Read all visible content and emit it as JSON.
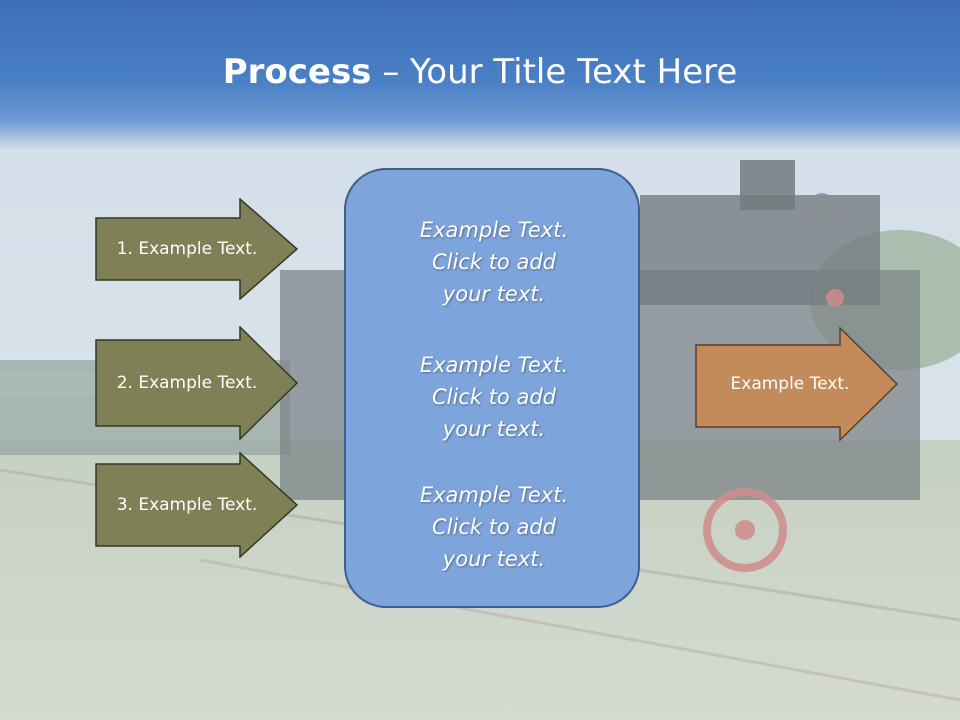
{
  "slide": {
    "title_bold": "Process",
    "title_rest": " – Your Title Text Here"
  },
  "inputs": [
    {
      "label": "1. Example Text."
    },
    {
      "label": "2. Example Text."
    },
    {
      "label": "3. Example Text."
    }
  ],
  "center_panel": {
    "items": [
      {
        "line1": "Example Text.",
        "line2": "Click  to add",
        "line3": "your text."
      },
      {
        "line1": "Example Text.",
        "line2": "Click  to add",
        "line3": "your text."
      },
      {
        "line1": "Example Text.",
        "line2": "Click  to add",
        "line3": "your text."
      }
    ]
  },
  "output": {
    "label": "Example Text."
  },
  "colors": {
    "input_arrow_fill": "#7f8056",
    "output_arrow_fill": "#c38b5a",
    "panel_fill": "#7ea4dc",
    "header_blue": "#4a80c6"
  },
  "background": {
    "description_icon": "steam-locomotive-photo"
  }
}
